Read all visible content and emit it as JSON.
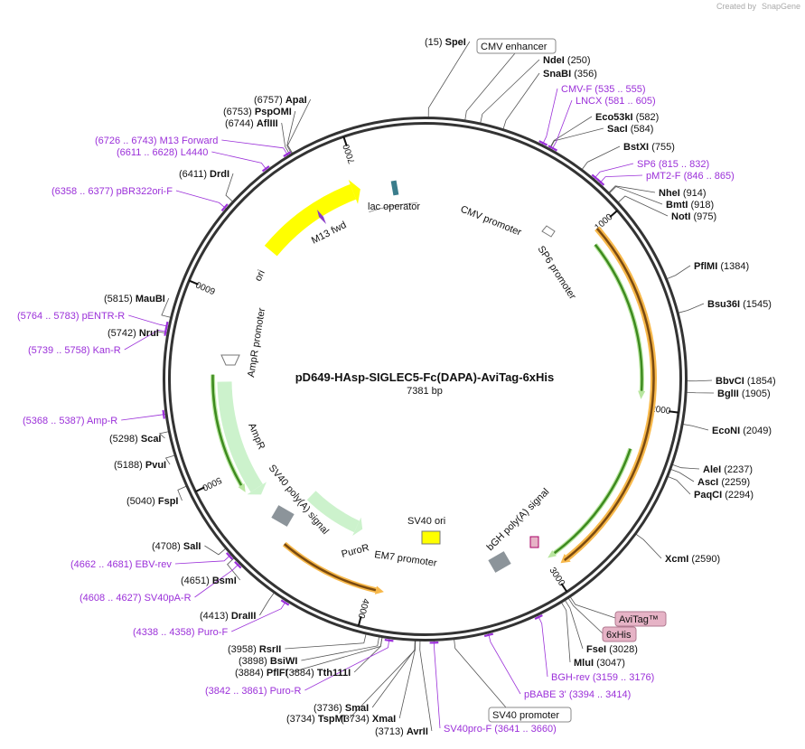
{
  "credit": {
    "text": "Created by",
    "brand": "SnapGene"
  },
  "plasmid": {
    "name": "pD649-HAsp-SIGLEC5-Fc(DAPA)-AviTag-6xHis",
    "size": "7381 bp",
    "length": 7381
  },
  "ticks": [
    "1000",
    "2000",
    "3000",
    "4000",
    "5000",
    "6000",
    "7000"
  ],
  "colors": {
    "primer": "#9b30d9",
    "ori": "#ffff00",
    "ampr": "#ccf2cc",
    "orf_orange": "#f7b84a",
    "orf_green": "#3d8a1f",
    "tag_pink": "#e6b3c6"
  },
  "sites": [
    {
      "name": "SpeI",
      "pos": "(15)"
    },
    {
      "name": "NdeI",
      "pos": "(250)"
    },
    {
      "name": "SnaBI",
      "pos": "(356)"
    },
    {
      "name": "Eco53kI",
      "pos": "(582)"
    },
    {
      "name": "SacI",
      "pos": "(584)"
    },
    {
      "name": "BstXI",
      "pos": "(755)"
    },
    {
      "name": "NheI",
      "pos": "(914)"
    },
    {
      "name": "BmtI",
      "pos": "(918)"
    },
    {
      "name": "NotI",
      "pos": "(975)"
    },
    {
      "name": "PflMI",
      "pos": "(1384)"
    },
    {
      "name": "Bsu36I",
      "pos": "(1545)"
    },
    {
      "name": "BbvCI",
      "pos": "(1854)"
    },
    {
      "name": "BglII",
      "pos": "(1905)"
    },
    {
      "name": "EcoNI",
      "pos": "(2049)"
    },
    {
      "name": "AleI",
      "pos": "(2237)"
    },
    {
      "name": "AscI",
      "pos": "(2259)"
    },
    {
      "name": "PaqCI",
      "pos": "(2294)"
    },
    {
      "name": "XcmI",
      "pos": "(2590)"
    },
    {
      "name": "FseI",
      "pos": "(3028)"
    },
    {
      "name": "MluI",
      "pos": "(3047)"
    },
    {
      "name": "AvrII",
      "pos": "(3713)"
    },
    {
      "name": "XmaI",
      "pos": "(3734)"
    },
    {
      "name": "TspMI",
      "pos": "(3734)"
    },
    {
      "name": "SmaI",
      "pos": "(3736)"
    },
    {
      "name": "Tth111I",
      "pos": "(3884)"
    },
    {
      "name": "PflFI",
      "pos": "(3884)"
    },
    {
      "name": "BsiWI",
      "pos": "(3898)"
    },
    {
      "name": "RsrII",
      "pos": "(3958)"
    },
    {
      "name": "DraIII",
      "pos": "(4413)"
    },
    {
      "name": "BsmI",
      "pos": "(4651)"
    },
    {
      "name": "SalI",
      "pos": "(4708)"
    },
    {
      "name": "FspI",
      "pos": "(5040)"
    },
    {
      "name": "PvuI",
      "pos": "(5188)"
    },
    {
      "name": "ScaI",
      "pos": "(5298)"
    },
    {
      "name": "NruI",
      "pos": "(5742)"
    },
    {
      "name": "MauBI",
      "pos": "(5815)"
    },
    {
      "name": "DrdI",
      "pos": "(6411)"
    },
    {
      "name": "AflIII",
      "pos": "(6744)"
    },
    {
      "name": "PspOMI",
      "pos": "(6753)"
    },
    {
      "name": "ApaI",
      "pos": "(6757)"
    }
  ],
  "primers": [
    {
      "name": "CMV-F",
      "range": "(535 .. 555)"
    },
    {
      "name": "LNCX",
      "range": "(581 .. 605)"
    },
    {
      "name": "SP6",
      "range": "(815 .. 832)"
    },
    {
      "name": "pMT2-F",
      "range": "(846 .. 865)"
    },
    {
      "name": "BGH-rev",
      "range": "(3159 .. 3176)"
    },
    {
      "name": "pBABE 3'",
      "range": "(3394 .. 3414)"
    },
    {
      "name": "SV40pro-F",
      "range": "(3641 .. 3660)"
    },
    {
      "name": "Puro-R",
      "range": "(3842 .. 3861)"
    },
    {
      "name": "Puro-F",
      "range": "(4338 .. 4358)"
    },
    {
      "name": "SV40pA-R",
      "range": "(4608 .. 4627)"
    },
    {
      "name": "EBV-rev",
      "range": "(4662 .. 4681)"
    },
    {
      "name": "Amp-R",
      "range": "(5368 .. 5387)"
    },
    {
      "name": "Kan-R",
      "range": "(5739 .. 5758)"
    },
    {
      "name": "pENTR-R",
      "range": "(5764 .. 5783)"
    },
    {
      "name": "pBR322ori-F",
      "range": "(6358 .. 6377)"
    },
    {
      "name": "L4440",
      "range": "(6611 .. 6628)"
    },
    {
      "name": "M13 Forward",
      "range": "(6726 .. 6743)"
    }
  ],
  "outside_features": [
    "CMV enhancer",
    "SV40 promoter",
    "AviTag™",
    "6xHis"
  ],
  "inside_features": {
    "cmv_promoter": "CMV promoter",
    "sp6_promoter": "SP6 promoter",
    "lac_operator": "lac operator",
    "m13_fwd": "M13 fwd",
    "ori": "ori",
    "ampr_promoter": "AmpR promoter",
    "ampr": "AmpR",
    "sv40_pa": "SV40 poly(A) signal",
    "puror": "PuroR",
    "em7": "EM7 promoter",
    "sv40_ori": "SV40 ori",
    "bgh_pa": "bGH poly(A) signal"
  }
}
